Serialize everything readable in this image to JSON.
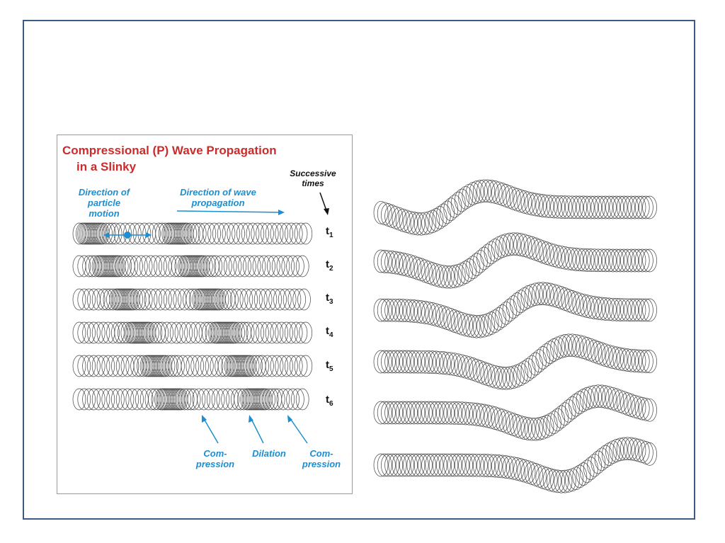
{
  "title_line1": "Compressional  (P) Wave Propagation",
  "title_line2": "in a Slinky",
  "label_particle_motion": [
    "Direction of",
    "particle",
    "motion"
  ],
  "label_wave_direction": [
    "Direction of wave",
    "propagation"
  ],
  "label_successive_times": [
    "Successive",
    "times"
  ],
  "time_labels": [
    {
      "base": "t",
      "sub": "1"
    },
    {
      "base": "t",
      "sub": "2"
    },
    {
      "base": "t",
      "sub": "3"
    },
    {
      "base": "t",
      "sub": "4"
    },
    {
      "base": "t",
      "sub": "5"
    },
    {
      "base": "t",
      "sub": "6"
    }
  ],
  "bottom_labels": {
    "compression_left": [
      "Com-",
      "pression"
    ],
    "dilation": "Dilation",
    "compression_right": [
      "Com-",
      "pression"
    ]
  },
  "colors": {
    "title": "#cc2b2b",
    "annotation": "#1c8ed1",
    "coil": "#444444",
    "frame": "#3d5a80"
  }
}
